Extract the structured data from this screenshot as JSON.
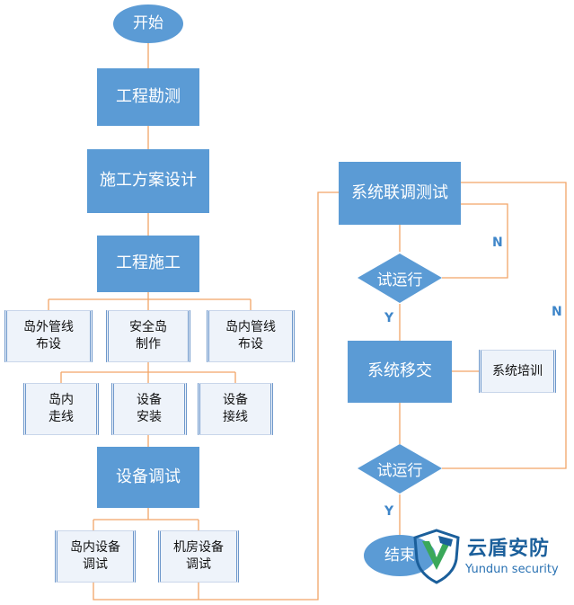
{
  "colors": {
    "node_fill": "#5b9bd5",
    "connector": "#f2a567",
    "branch_label": "#3f86c9",
    "logo_green": "#3aa85a",
    "logo_blue": "#1b5f9b"
  },
  "nodes": {
    "start": "开始",
    "survey": "工程勘测",
    "plan": "施工方案设计",
    "construction": "工程施工",
    "offshore_cabling": "岛外管线\n布设",
    "security_island": "安全岛\n制作",
    "inner_cabling": "岛内管线\n布设",
    "island_wiring": "岛内\n走线",
    "device_install": "设备\n安装",
    "device_wiring": "设备\n接线",
    "device_debug": "设备调试",
    "island_device_debug": "岛内设备\n调试",
    "room_device_debug": "机房设备\n调试",
    "joint_test": "系统联调测试",
    "trial_run_1": "试运行",
    "handover": "系统移交",
    "training": "系统培训",
    "trial_run_2": "试运行",
    "end": "结束"
  },
  "branches": {
    "yes_1": "Y",
    "no_1": "N",
    "yes_2": "Y",
    "no_2": "N"
  },
  "logo": {
    "icon": "shield-v-icon",
    "title": "云盾安防",
    "subtitle": "Yundun security"
  }
}
